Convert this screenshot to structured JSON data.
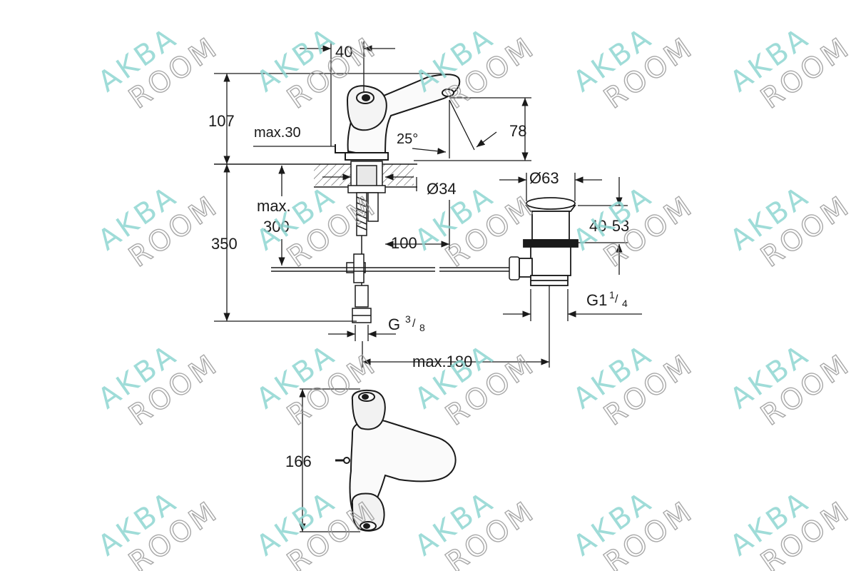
{
  "colors": {
    "line": "#1a1a1a",
    "hatch": "#555555",
    "watermark": "#8fd6d2",
    "background": "#ffffff"
  },
  "watermark": {
    "top": "AKBA",
    "bottom": "ROOM"
  },
  "dimensions": {
    "top_width": "40",
    "height_total": "107",
    "spout_height": "78",
    "angle": "25°",
    "max_deck": "max.30",
    "pipe_length": "350",
    "max_label": "max.",
    "max_value": "300",
    "hole_diameter": "Ø34",
    "waste_diameter": "Ø63",
    "waste_range": "40-53",
    "offset": "100",
    "connection_base": "G",
    "connection_sup": "3",
    "connection_sub": "8",
    "waste_thread_base": "G1",
    "waste_thread_sup": "1",
    "waste_thread_sub": "4",
    "max_offset": "max.180",
    "top_view_length": "166"
  }
}
